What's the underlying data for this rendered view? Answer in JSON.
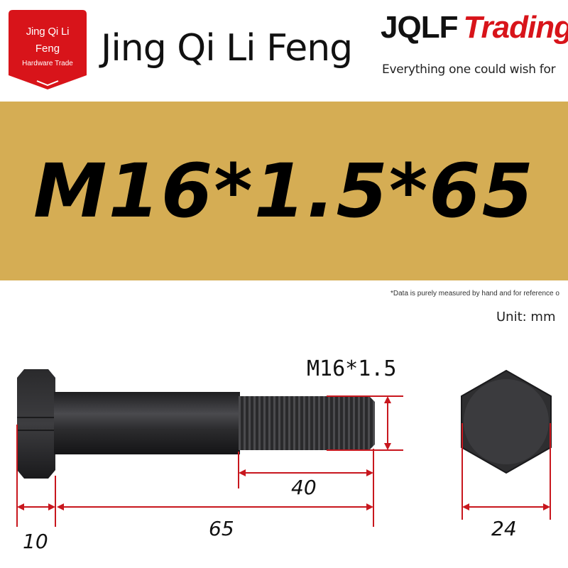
{
  "header": {
    "badge": {
      "line1": "Jing Qi Li",
      "line2": "Feng",
      "line3": "Hardware Trade",
      "color": "#d8141a"
    },
    "brand_name": "Jing Qi Li Feng",
    "logo": {
      "prefix": "JQLF",
      "accent": "Trading",
      "accent_color": "#d8141a"
    },
    "slogan": "Everything one could wish for"
  },
  "band": {
    "color": "#d5ad54",
    "spec": "M16*1.5*65"
  },
  "notes": {
    "disclaimer": "*Data is purely measured by hand and for reference o",
    "unit": "Unit: mm"
  },
  "diagram": {
    "thread_spec": "M16*1.5",
    "thread_length": "40",
    "total_length": "65",
    "head_height": "10",
    "across_flats": "24",
    "dimension_color": "#c8171e",
    "bolt_color": "#2c2c2e"
  }
}
